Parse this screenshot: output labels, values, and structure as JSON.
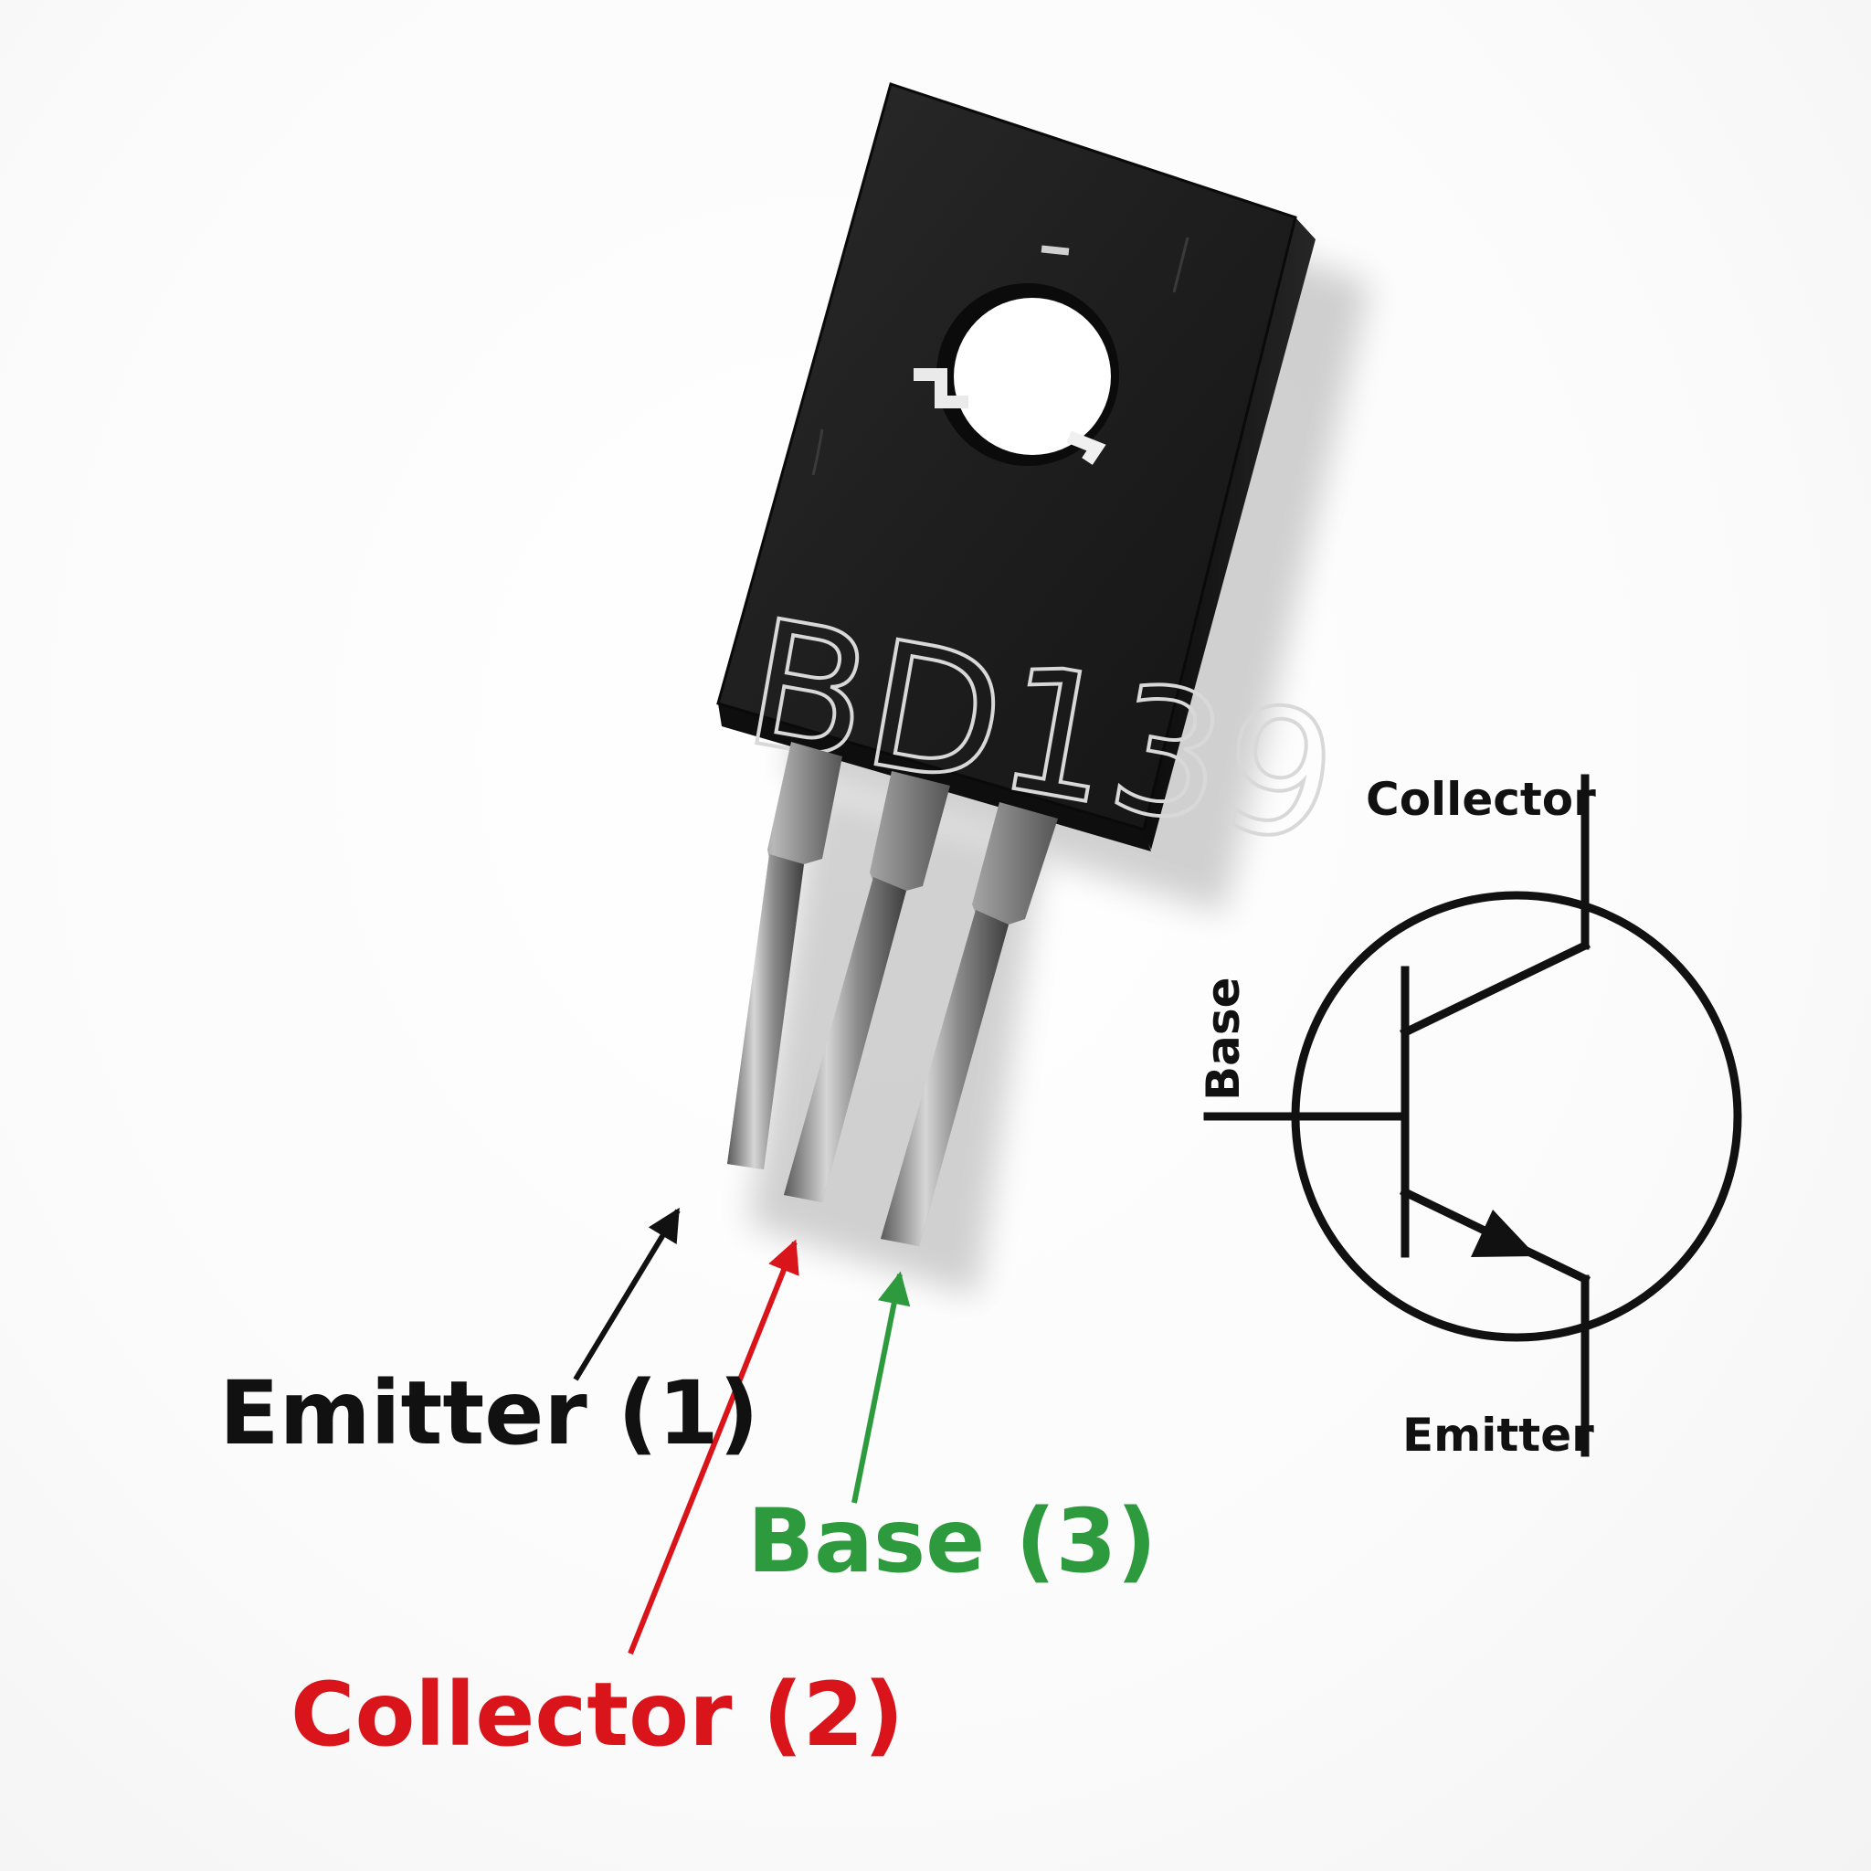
{
  "component": {
    "marking": "BD139"
  },
  "pin_labels": {
    "emitter": "Emitter (1)",
    "collector": "Collector (2)",
    "base": "Base (3)"
  },
  "symbol_labels": {
    "collector": "Collector",
    "base": "Base",
    "emitter": "Emitter"
  },
  "colors": {
    "emitter": "#111111",
    "collector": "#d9141b",
    "base": "#2e9a3e",
    "package_body": "#1c1c1c",
    "lead_metal": "#9a9a9a"
  }
}
